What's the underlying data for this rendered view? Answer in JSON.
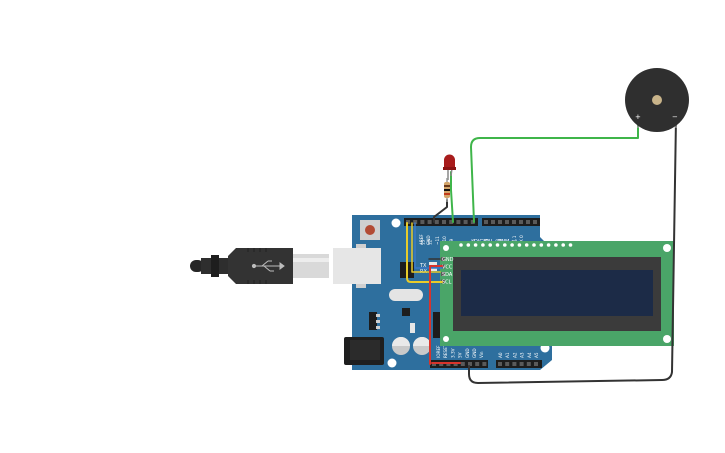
{
  "board": {
    "digital_header_pins": [
      "AREF",
      "GND",
      "13",
      "12",
      "~11",
      "~10",
      "~9",
      "8",
      "7",
      "~6",
      "~5",
      "4",
      "~3",
      "2",
      "TX 1",
      "RX 0"
    ],
    "digital_label": "DIGITAL (PWM ~)",
    "tx_label": "TX",
    "rx_label": "RX",
    "power_header_pins": [
      "IOREF",
      "RESET",
      "3.3V",
      "5V",
      "GND",
      "GND",
      "Vin"
    ],
    "analog_header_pins": [
      "A0",
      "A1",
      "A2",
      "A3",
      "A4",
      "A5"
    ]
  },
  "lcd": {
    "i2c_pins": [
      "GND",
      "VCC",
      "SDA",
      "SCL"
    ]
  },
  "buzzer": {
    "plus_label": "+",
    "minus_label": "−"
  },
  "colors": {
    "board": "#2e6f9e",
    "board_dark": "#245b83",
    "lcd_pcb": "#4aa568",
    "lcd_screen": "#1c2b47",
    "wire_green": "#3fb54a",
    "wire_black": "#333333",
    "wire_yellow": "#e8cc2a",
    "wire_red": "#d8342c",
    "wire_blue": "#3a78c8",
    "led": "#a81c1c"
  },
  "icons": [
    "usb-trident-icon"
  ]
}
